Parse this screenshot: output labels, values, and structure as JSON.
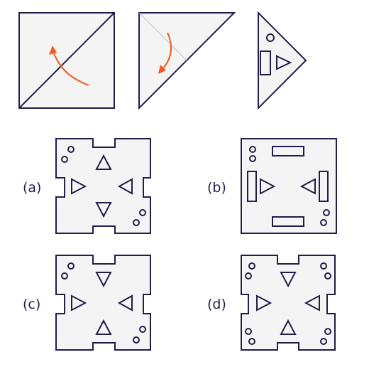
{
  "colors": {
    "stroke": "#1f1f4a",
    "fill": "#f4f4f4",
    "arrow": "#f05a1a",
    "crease": "#c8c8d4"
  },
  "fold_steps": [
    {
      "step": 1,
      "shape": "square",
      "mark": "diagonal-line",
      "arrow": "curved-arrow-up-left"
    },
    {
      "step": 2,
      "shape": "triangle",
      "mark": "crease-line",
      "arrow": "curved-arrow-down"
    },
    {
      "step": 3,
      "shape": "small-triangle",
      "cuts": [
        "circle",
        "rectangle",
        "triangle"
      ]
    }
  ],
  "options": [
    {
      "label": "(a)"
    },
    {
      "label": "(b)"
    },
    {
      "label": "(c)"
    },
    {
      "label": "(d)"
    }
  ]
}
